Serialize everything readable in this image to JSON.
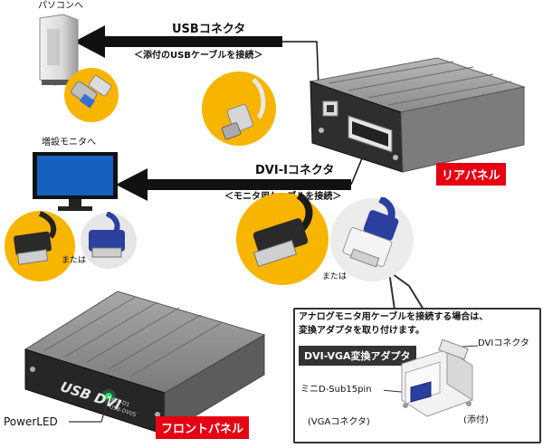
{
  "pc": {
    "label": "パソコンへ"
  },
  "usb": {
    "title": "USBコネクタ",
    "subtitle": "＜添付のUSBケーブルを接続＞"
  },
  "monitor": {
    "label": "増設モニタへ"
  },
  "dvi": {
    "title": "DVI-Iコネクタ",
    "subtitle": "＜モニタ用ケーブルを接続＞"
  },
  "or_left": "または",
  "or_center": "または",
  "rear_panel": "リアパネル",
  "front_panel": "フロントパネル",
  "power_led": "PowerLED",
  "adapter_box": {
    "note_line1": "アナログモニタ用ケーブルを接続する場合は、",
    "note_line2": "変換アダプタを取り付けます。",
    "title": "DVI-VGA変換アダプタ",
    "dvi_connector": "DVIコネクタ",
    "mini_dsub": "ミニD-Sub15pin",
    "vga_connector": "(VGAコネクタ)",
    "included": "(添付)"
  },
  "device": {
    "logo_main": "USB DVI",
    "logo_sub": "ATL-D1",
    "logo_sub2": "USB-DVI/S"
  },
  "colors": {
    "accent_red": "#e60012",
    "yellow_circle": "#f7b500",
    "monitor_screen": "#1660c0",
    "vga_blue": "#2a3f9e",
    "device_gray": "#8a8a8a"
  }
}
